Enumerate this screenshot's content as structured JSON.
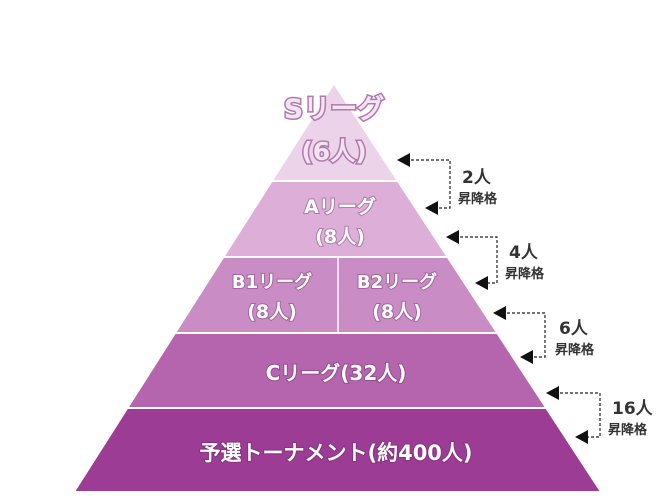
{
  "tiers": [
    {
      "line1": "Sリーグ",
      "line2": "(6人)"
    },
    {
      "line1": "Aリーグ",
      "line2": "(8人)"
    },
    {
      "left": {
        "line1": "B1リーグ",
        "line2": "(8人)"
      },
      "right": {
        "line1": "B2リーグ",
        "line2": "(8人)"
      }
    },
    {
      "line1": "Cリーグ(32人)"
    },
    {
      "line1": "予選トーナメント(約400人)"
    }
  ],
  "promotions": [
    {
      "count": "2人",
      "label": "昇降格"
    },
    {
      "count": "4人",
      "label": "昇降格"
    },
    {
      "count": "6人",
      "label": "昇降格"
    },
    {
      "count": "16人",
      "label": "昇降格"
    }
  ],
  "colors": {
    "tiers": [
      "#ecd3ea",
      "#dcaed8",
      "#c98cc4",
      "#b565ae",
      "#9d3c94"
    ],
    "arrow": "#111111"
  }
}
